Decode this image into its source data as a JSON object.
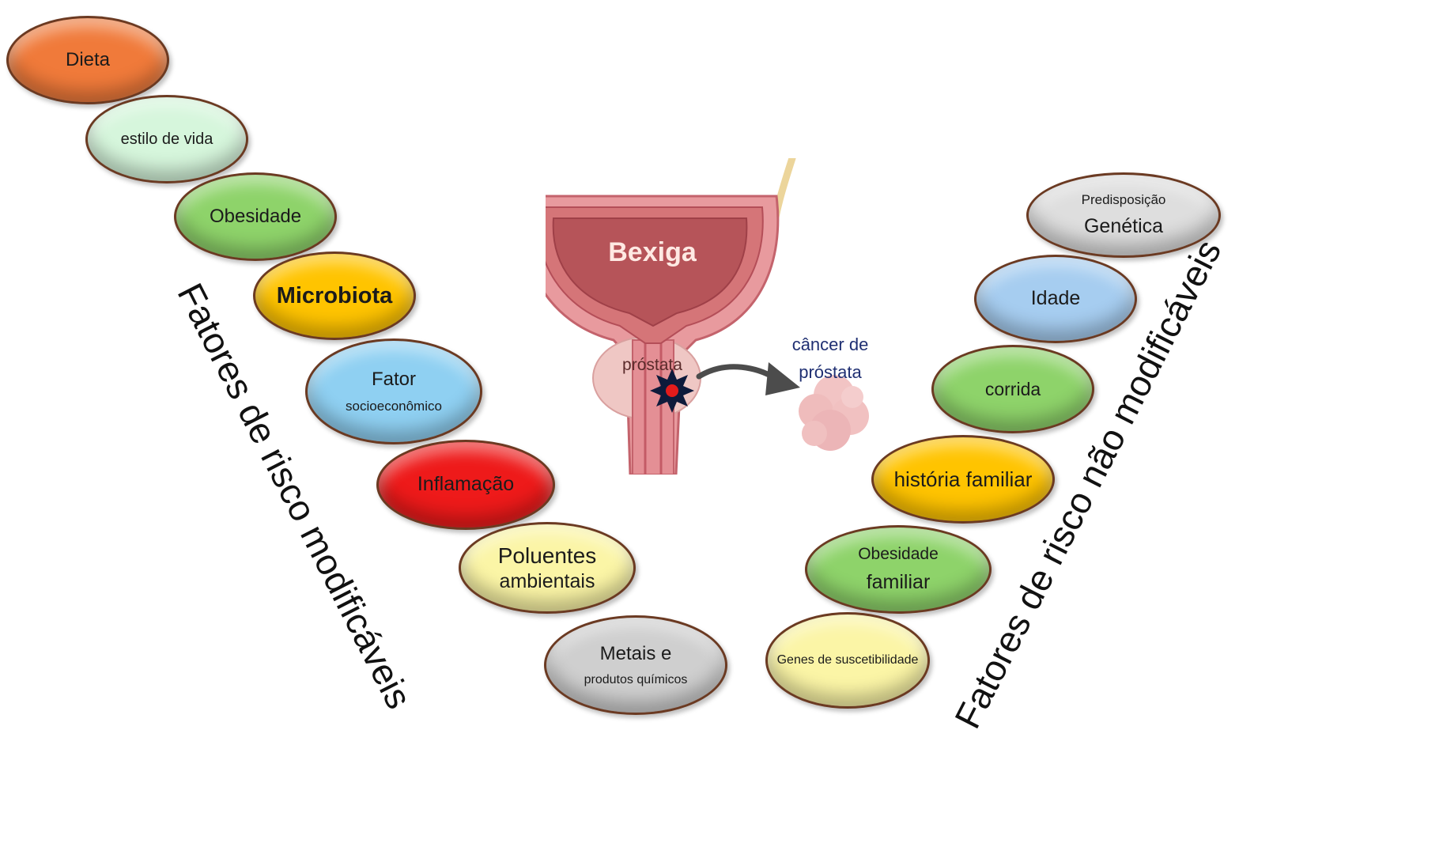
{
  "modifiable": {
    "title": "Fatores de risco modificáveis",
    "items": [
      {
        "line1": "Dieta",
        "line2": "",
        "color": "#f07a3a"
      },
      {
        "line1": "estilo de vida",
        "line2": "",
        "color": "#d6f6dc"
      },
      {
        "line1": "Obesidade",
        "line2": "",
        "color": "#8ed36a"
      },
      {
        "line1": "Microbiota",
        "line2": "",
        "color": "#ffc400"
      },
      {
        "line1": "Fator",
        "line2": "socioeconômico",
        "color": "#8fd0f2"
      },
      {
        "line1": "Inflamação",
        "line2": "",
        "color": "#ee1a1a"
      },
      {
        "line1": "Poluentes",
        "line2": "ambientais",
        "color": "#fbf5a6"
      },
      {
        "line1": "Metais e",
        "line2": "produtos químicos",
        "color": "#cfcfcf"
      }
    ]
  },
  "non_modifiable": {
    "title": "Fatores de risco não modificáveis",
    "items": [
      {
        "line1": "Predisposição",
        "line2": "Genética",
        "color": "#dedede"
      },
      {
        "line1": "Idade",
        "line2": "",
        "color": "#a6cdf0"
      },
      {
        "line1": "corrida",
        "line2": "",
        "color": "#8ed36a"
      },
      {
        "line1": "história familiar",
        "line2": "",
        "color": "#ffc400"
      },
      {
        "line1": "Obesidade",
        "line2": "familiar",
        "color": "#8ed36a"
      },
      {
        "line1": "Genes de suscetibilidade",
        "line2": "",
        "color": "#fbf5a6"
      }
    ]
  },
  "anatomy": {
    "bladder_label": "Bexiga",
    "prostate_label": "próstata",
    "cancer_label_line1": "câncer de",
    "cancer_label_line2": "próstata"
  }
}
